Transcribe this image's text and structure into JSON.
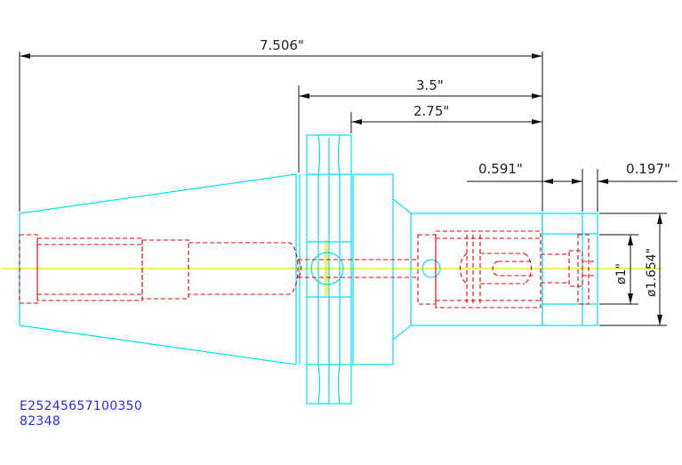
{
  "dimensions": {
    "overall_length": "7.506\"",
    "length_a": "3.5\"",
    "length_b": "2.75\"",
    "length_c": "0.591\"",
    "length_d": "0.197\"",
    "dia_small": "ø1\"",
    "dia_large": "ø1.654\""
  },
  "part_code": "E25245657100350",
  "part_number": "82348",
  "colors": {
    "outline": "#00e0f0",
    "hidden": "#f00000",
    "centerline": "#e8e800",
    "dimension": "#111111",
    "code_text": "#2a2af0"
  }
}
